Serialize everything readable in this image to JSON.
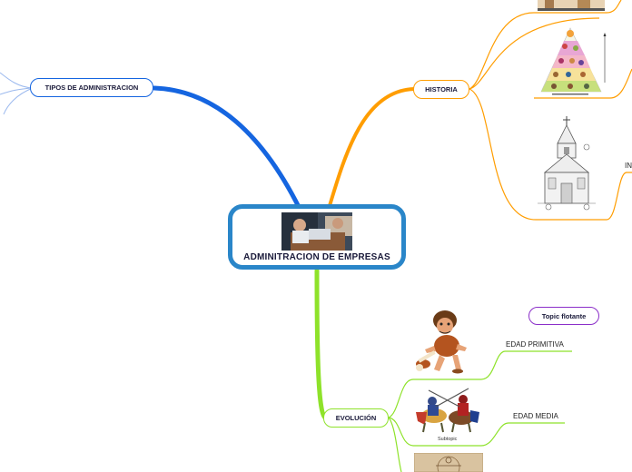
{
  "central": {
    "title": "ADMINITRACION DE EMPRESAS",
    "image": "office-photo"
  },
  "branches": {
    "tipos": {
      "label": "TIPOS DE ADMINISTRACION",
      "color": "#1565e0"
    },
    "historia": {
      "label": "HISTORIA",
      "color": "#ff9d00"
    },
    "evolucion": {
      "label": "EVOLUCIÓN",
      "color": "#8ee22a"
    }
  },
  "floating": {
    "label": "Topic flotante",
    "color": "#8b2fc9"
  },
  "subtopics": {
    "primitiva": "EDAD PRIMITIVA",
    "media": "EDAD MEDIA",
    "knights_caption": "Subtopic",
    "historia_cut": "IN"
  },
  "images": [
    "caveman-illustration",
    "knights-illustration",
    "church-drawing",
    "pyramid-diagram",
    "sketch-image"
  ]
}
